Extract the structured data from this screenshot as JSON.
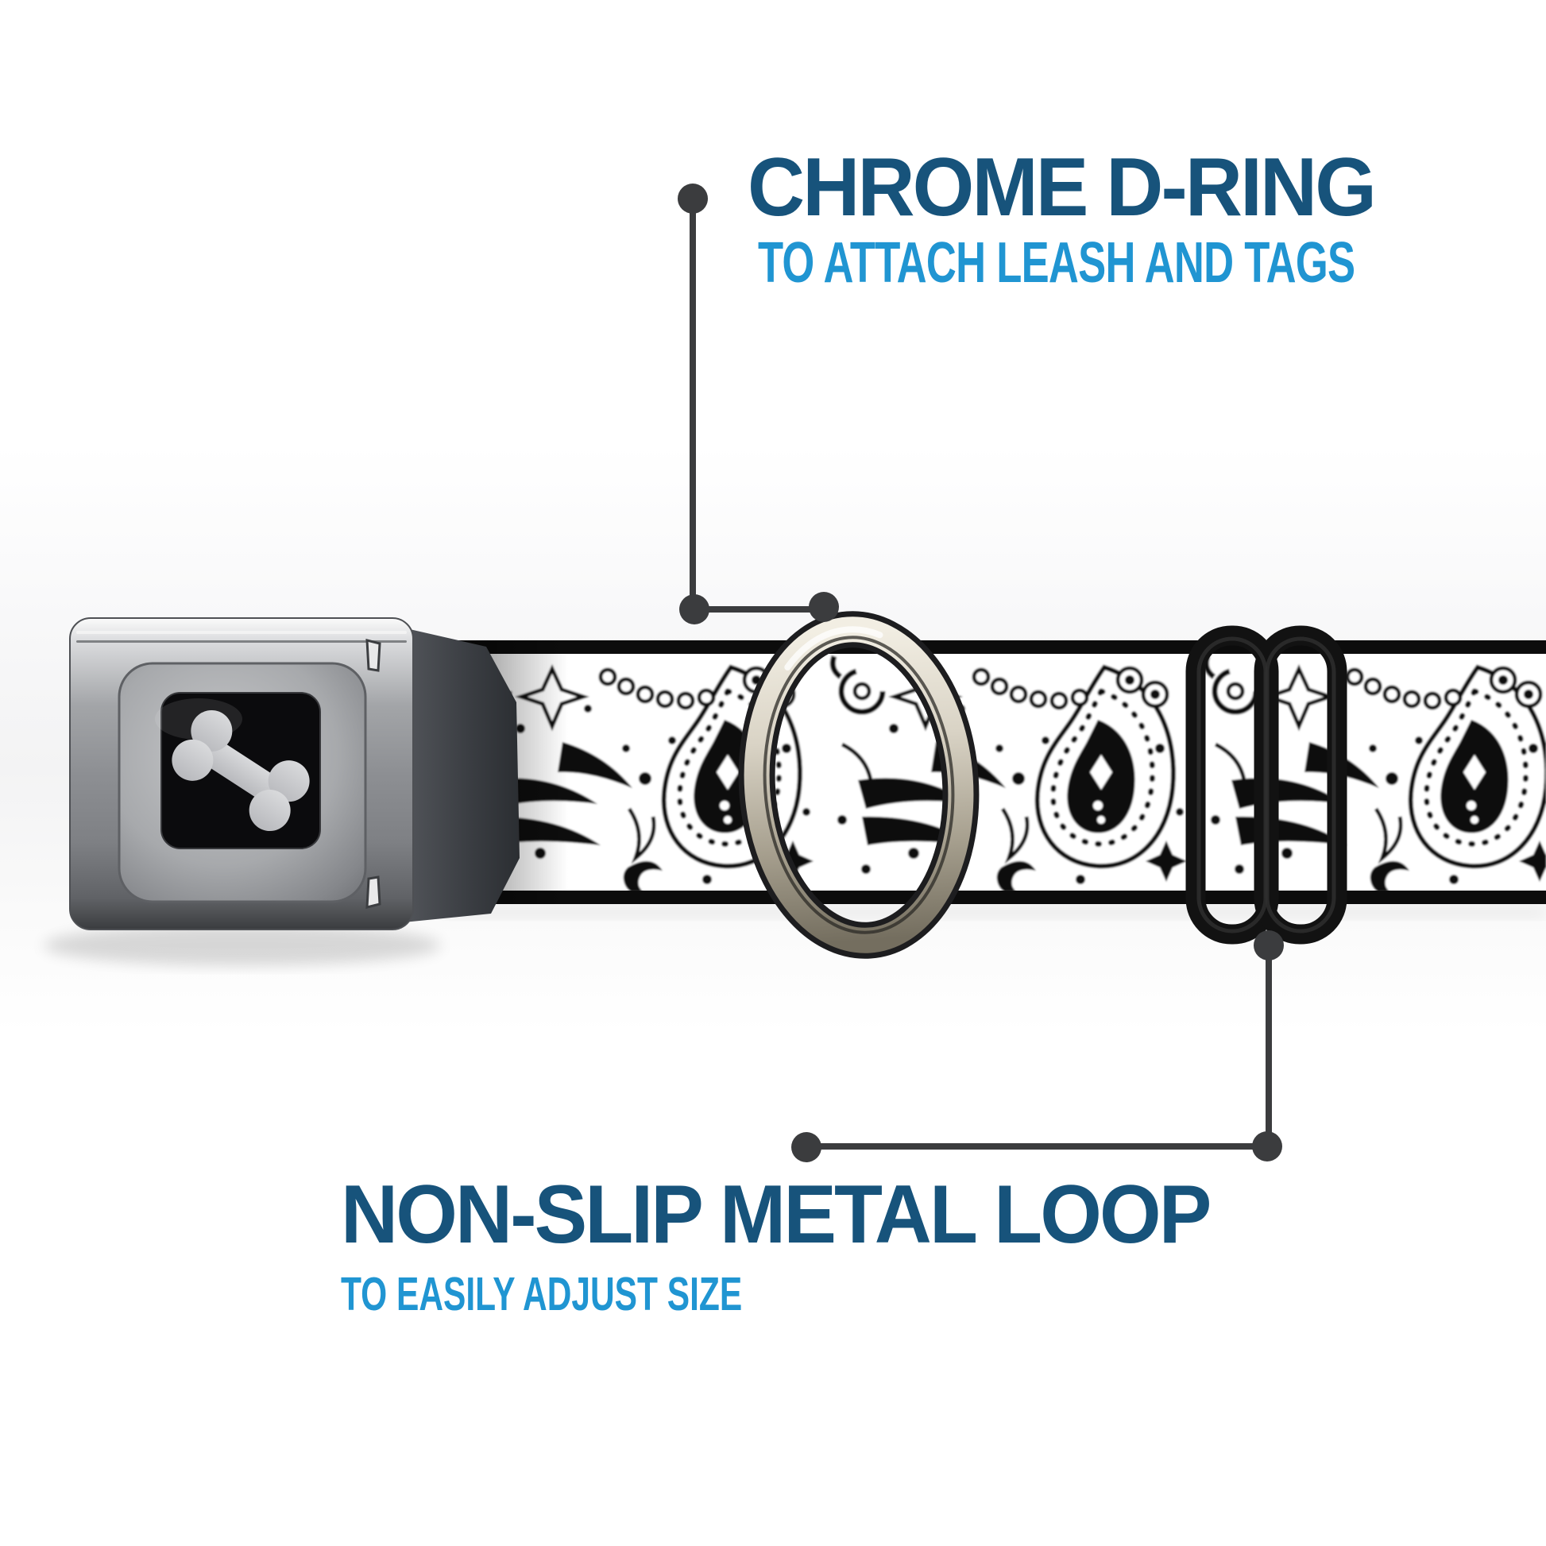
{
  "annotations": {
    "top": {
      "title": "CHROME D-RING",
      "subtitle": "TO ATTACH LEASH AND TAGS",
      "points_to": "chrome-d-ring"
    },
    "bottom": {
      "title": "NON-SLIP METAL LOOP",
      "subtitle": "TO EASILY ADJUST SIZE",
      "points_to": "slider-loop"
    }
  },
  "product": {
    "buckle_logo_icon": "dog-bone-icon",
    "hardware": [
      "seatbelt-buckle",
      "chrome-d-ring",
      "black-slider-loop"
    ],
    "strap_pattern": "black paisley bandana on white webbing"
  },
  "colors": {
    "title_color": "#17537B",
    "subtitle_color": "#2095D2",
    "callout_color": "#3B3C3E",
    "pattern_ink": "#111111",
    "logo_window": "#0B0B0D",
    "bone_gray": "#C8C9CB",
    "slider_black": "#121212"
  }
}
